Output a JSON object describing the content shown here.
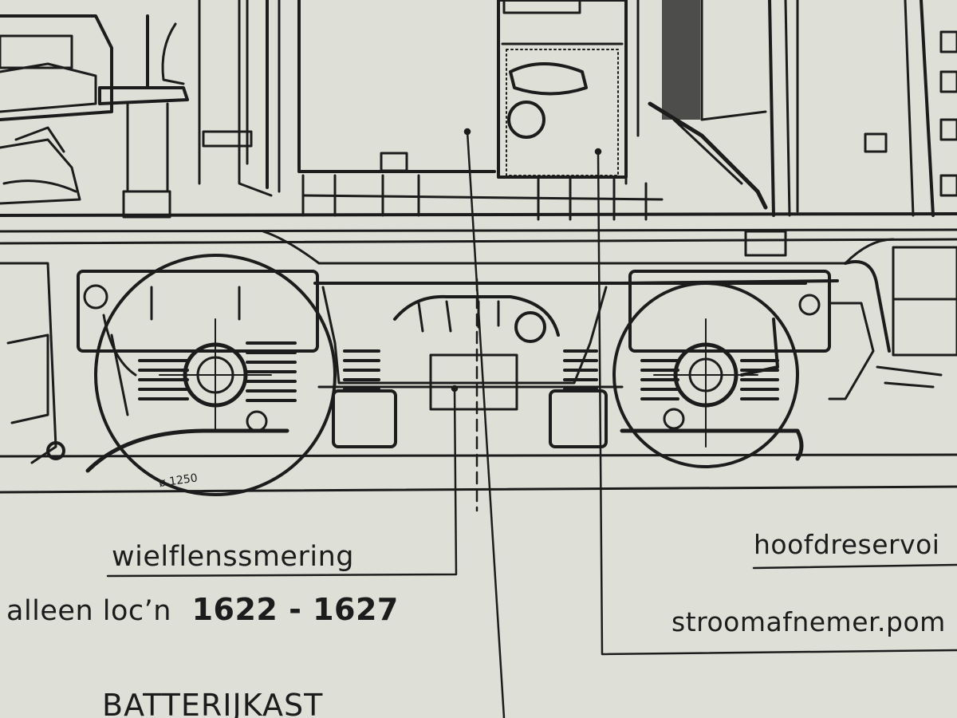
{
  "diagram": {
    "subject": "locomotive bogie technical drawing",
    "wheel_mark": "ø 1250",
    "ink_color": "#1c1c1c",
    "paper_color": "#dedfd6"
  },
  "labels": {
    "wielflens": "wielflenssmering",
    "alleen_prefix": "alleen loc’n",
    "loc_range": "1622 - 1627",
    "batterijkast": "BATTERIJKAST",
    "hoofdreservoir": "hoofdreservoi",
    "stroomafnemer": "stroomafnemer.pom"
  }
}
